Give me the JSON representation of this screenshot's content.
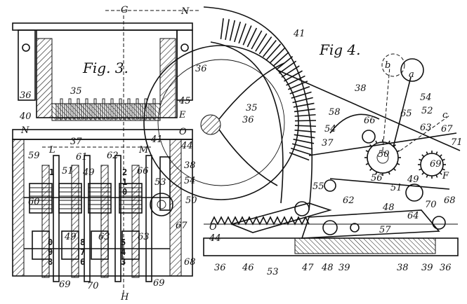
{
  "figures": {
    "fig3": {
      "title": "Fig. 3.",
      "digit_columns": [
        {
          "upper": "1",
          "lower": "0\n9\n8"
        },
        {
          "upper": "",
          "lower": "8\n7\n6"
        },
        {
          "upper": "2\n1\n0",
          "lower": "5\n4\n3"
        }
      ],
      "labels": [
        {
          "id": "G",
          "text": "G"
        },
        {
          "id": "N-top",
          "text": "N"
        },
        {
          "id": "36-right",
          "text": "36"
        },
        {
          "id": "36-left",
          "text": "36"
        },
        {
          "id": "35",
          "text": "35"
        },
        {
          "id": "40",
          "text": "40"
        },
        {
          "id": "N-left",
          "text": "N"
        },
        {
          "id": "45",
          "text": "45"
        },
        {
          "id": "E",
          "text": "E"
        },
        {
          "id": "O-mid",
          "text": "O"
        },
        {
          "id": "41",
          "text": "41"
        },
        {
          "id": "44",
          "text": "44"
        },
        {
          "id": "L",
          "text": "L"
        },
        {
          "id": "37",
          "text": "37"
        },
        {
          "id": "M",
          "text": "M"
        },
        {
          "id": "59",
          "text": "59"
        },
        {
          "id": "61",
          "text": "61"
        },
        {
          "id": "62",
          "text": "62"
        },
        {
          "id": "51",
          "text": "51"
        },
        {
          "id": "49a",
          "text": "49"
        },
        {
          "id": "66",
          "text": "66"
        },
        {
          "id": "38",
          "text": "38"
        },
        {
          "id": "60",
          "text": "60"
        },
        {
          "id": "53",
          "text": "53"
        },
        {
          "id": "54",
          "text": "54"
        },
        {
          "id": "50",
          "text": "50"
        },
        {
          "id": "49b",
          "text": "49"
        },
        {
          "id": "63a",
          "text": "63"
        },
        {
          "id": "63b",
          "text": "63"
        },
        {
          "id": "67",
          "text": "67"
        },
        {
          "id": "68",
          "text": "68"
        },
        {
          "id": "69a",
          "text": "69"
        },
        {
          "id": "70",
          "text": "70"
        },
        {
          "id": "69b",
          "text": "69"
        },
        {
          "id": "H",
          "text": "H"
        }
      ]
    },
    "fig4": {
      "title": "Fig 4.",
      "labels": [
        {
          "id": "41",
          "text": "41"
        },
        {
          "id": "b",
          "text": "b"
        },
        {
          "id": "a",
          "text": "a"
        },
        {
          "id": "38",
          "text": "38"
        },
        {
          "id": "54",
          "text": "54"
        },
        {
          "id": "65",
          "text": "65"
        },
        {
          "id": "52",
          "text": "52"
        },
        {
          "id": "c",
          "text": "c"
        },
        {
          "id": "35",
          "text": "35"
        },
        {
          "id": "58",
          "text": "58"
        },
        {
          "id": "66",
          "text": "66"
        },
        {
          "id": "63",
          "text": "63"
        },
        {
          "id": "67",
          "text": "67"
        },
        {
          "id": "71",
          "text": "71"
        },
        {
          "id": "36-mid",
          "text": "36"
        },
        {
          "id": "54b",
          "text": "54"
        },
        {
          "id": "37",
          "text": "37"
        },
        {
          "id": "50",
          "text": "50"
        },
        {
          "id": "55",
          "text": "55"
        },
        {
          "id": "56",
          "text": "56"
        },
        {
          "id": "51",
          "text": "51"
        },
        {
          "id": "49",
          "text": "49"
        },
        {
          "id": "69",
          "text": "69"
        },
        {
          "id": "F",
          "text": "F"
        },
        {
          "id": "62",
          "text": "62"
        },
        {
          "id": "48a",
          "text": "48"
        },
        {
          "id": "64",
          "text": "64"
        },
        {
          "id": "70",
          "text": "70"
        },
        {
          "id": "68",
          "text": "68"
        },
        {
          "id": "57",
          "text": "57"
        },
        {
          "id": "O",
          "text": "O"
        },
        {
          "id": "44",
          "text": "44"
        },
        {
          "id": "36a",
          "text": "36"
        },
        {
          "id": "46",
          "text": "46"
        },
        {
          "id": "53",
          "text": "53"
        },
        {
          "id": "47",
          "text": "47"
        },
        {
          "id": "48b",
          "text": "48"
        },
        {
          "id": "39a",
          "text": "39"
        },
        {
          "id": "38b",
          "text": "38"
        },
        {
          "id": "39b",
          "text": "39"
        },
        {
          "id": "36b",
          "text": "36"
        }
      ]
    }
  }
}
